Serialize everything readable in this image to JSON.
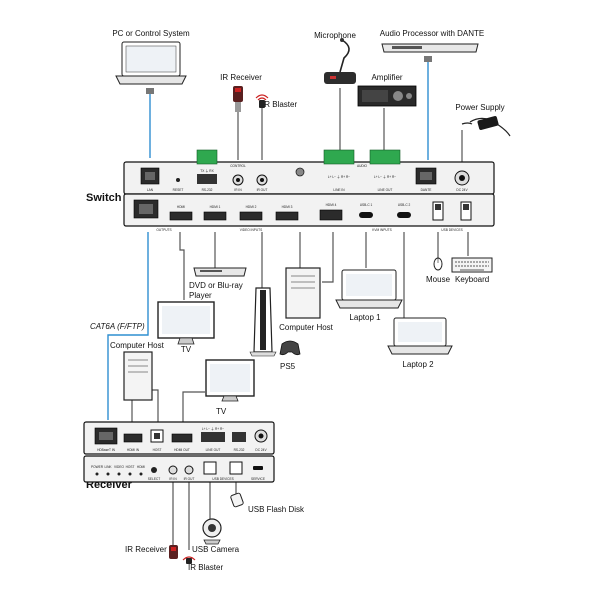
{
  "labels": {
    "pc": "PC or Control System",
    "microphone": "Microphone",
    "audio_processor": "Audio Processor with DANTE",
    "ir_receiver_top": "IR Receiver",
    "ir_blaster_top": "IR Blaster",
    "amplifier": "Amplifier",
    "power_supply": "Power Supply",
    "switch": "Switch",
    "dvd": "DVD or Blu-ray",
    "dvd2": "Player",
    "computer_host_1": "Computer Host",
    "laptop1": "Laptop 1",
    "laptop2": "Laptop 2",
    "mouse": "Mouse",
    "keyboard": "Keyboard",
    "tv1": "TV",
    "ps5": "PS5",
    "cat6a": "CAT6A (F/FTP)",
    "computer_host_2": "Computer Host",
    "tv2": "TV",
    "receiver": "Receiver",
    "usb_flash": "USB Flash Disk",
    "usb_camera": "USB Camera",
    "ir_receiver_bottom": "IR Receiver",
    "ir_blaster_bottom": "IR Blaster"
  },
  "switch_panel": {
    "lan": "LAN",
    "reset": "RESET",
    "control": "CONTROL",
    "rs232": "RS-232",
    "tx_rx": "TX ⏚ RX",
    "ir_in": "IR IN",
    "ir_out": "IR OUT",
    "audio": "AUDIO",
    "line_in": "LINE IN",
    "line_out": "LINE OUT",
    "dante": "DANTE",
    "dc": "DC 24V",
    "outputs": "OUTPUTS",
    "video_inputs": "VIDEO INPUTS",
    "hdmi": "HDMI",
    "hdmi1": "HDMI 1",
    "hdmi2": "HDMI 2",
    "hdmi3": "HDMI 3",
    "hdmi4": "HDMI 4",
    "kvm_inputs": "KVM INPUTS",
    "usb_c1": "USB-C 1",
    "usb_c2": "USB-C 2",
    "usb_devices": "USB DEVICES",
    "l_r": "L+ L− ⏚ R+ R−"
  },
  "receiver_panel": {
    "hdbaset": "HDBaseT IN",
    "hdmi_in": "HDMI IN",
    "host": "HOST",
    "hdmi_out": "HDMI OUT",
    "line_out": "LINE OUT",
    "rs232": "RS-232",
    "dc": "DC 24V",
    "power": "POWER",
    "link": "LINK",
    "video": "VIDEO",
    "host_led": "HOST",
    "hdmi_led": "HDMI",
    "select": "SELECT",
    "ir_in": "IR IN",
    "ir_out": "IR OUT",
    "usb_devices": "USB DEVICES",
    "service": "SERVICE",
    "l_r": "L+ L− ⏚ R+ R−"
  }
}
